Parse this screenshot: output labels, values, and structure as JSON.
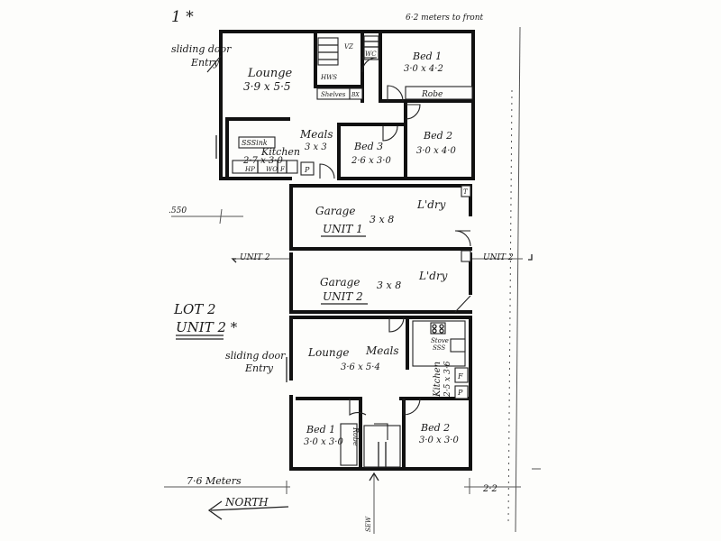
{
  "top": {
    "lot1_mark": "1 *",
    "setback_front": "6·2 meters to front",
    "side_dim": ".550",
    "sliding_door": "sliding door",
    "entry": "Entry"
  },
  "unit1": {
    "lounge": "Lounge",
    "lounge_size": "3·9 x 5·5",
    "meals": "Meals",
    "meals_size": "3 x 3",
    "kitchen": "Kitchen",
    "kitchen_size": "2·7 x 3·0",
    "sink": "SSSink",
    "bed1": "Bed 1",
    "bed1_size": "3·0 x 4·2",
    "bed2": "Bed 2",
    "bed2_size": "3·0 x 4·0",
    "bed3": "Bed 3",
    "bed3_size": "2·6 x 3·0",
    "robe": "Robe",
    "hws": "HWS",
    "shelves": "Shelves",
    "bx": "BX",
    "vz": "VZ",
    "wc": "WC",
    "hp": "HP",
    "wo": "WO",
    "f": "F",
    "p": "P"
  },
  "garages": {
    "garage1_label": "Garage",
    "garage1_size": "3 x 8",
    "garage1_unit": "UNIT 1",
    "laundry1": "L'dry",
    "garage2_label": "Garage",
    "garage2_size": "3 x 8",
    "garage2_unit": "UNIT 2",
    "laundry2": "L'dry",
    "unit2_left": "UNIT 2",
    "unit2_right": "UNIT 2",
    "t": "T"
  },
  "unit2": {
    "lot": "LOT 2",
    "unit": "UNIT 2 *",
    "sliding_door": "sliding door",
    "entry": "Entry",
    "lounge": "Lounge",
    "meals": "Meals",
    "lounge_size": "3·6 x 5·4",
    "kitchen": "Kitchen",
    "kitchen_size": "2·5 x 3·6",
    "stove": "Stove",
    "sss": "SSS",
    "p": "P",
    "f": "F",
    "bed1": "Bed 1",
    "bed1_size": "3·0 x 3·0",
    "bed2": "Bed 2",
    "bed2_size": "3·0 x 3·0",
    "robe": "Robe"
  },
  "bottom": {
    "width_dim": "7·6 Meters",
    "north": "NORTH",
    "right_dim": "2·2",
    "sew": "SEW"
  }
}
